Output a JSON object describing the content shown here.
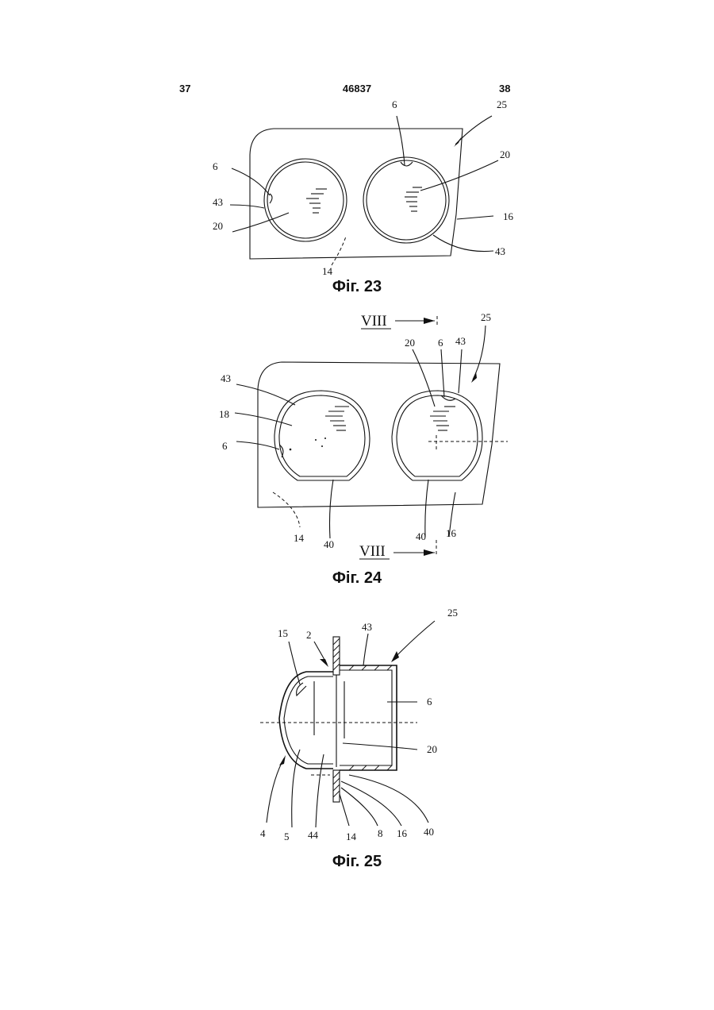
{
  "header": {
    "page_left": "37",
    "patent_number": "46837",
    "page_right": "38"
  },
  "figures": [
    {
      "caption": "Фіг. 23",
      "labels": {
        "l6a": "6",
        "l25": "25",
        "l20a": "20",
        "l6b": "6",
        "l43a": "43",
        "l16": "16",
        "l20b": "20",
        "l43b": "43",
        "l14": "14"
      }
    },
    {
      "caption": "Фіг. 24",
      "section_top": "VIII",
      "section_bottom": "VIII",
      "labels": {
        "l25": "25",
        "l20": "20",
        "l6a": "6",
        "l43a": "43",
        "l43b": "43",
        "l18": "18",
        "l6b": "6",
        "l14": "14",
        "l40a": "40",
        "l40b": "40",
        "l16": "16"
      }
    },
    {
      "caption": "Фіг. 25",
      "labels": {
        "l15": "15",
        "l2": "2",
        "l43": "43",
        "l25": "25",
        "l6": "6",
        "l20": "20",
        "l4": "4",
        "l5": "5",
        "l44": "44",
        "l14": "14",
        "l8": "8",
        "l16": "16",
        "l40": "40"
      }
    }
  ]
}
